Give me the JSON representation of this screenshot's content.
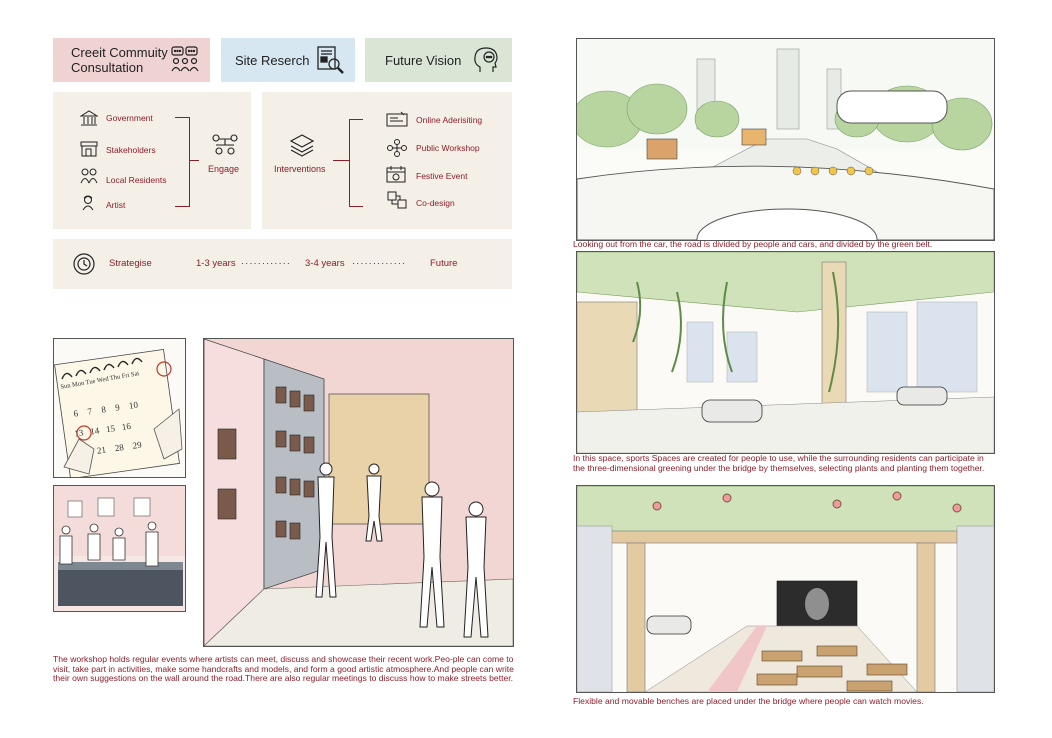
{
  "tabs": {
    "consultation": "Creeit Commuity\nConsultation",
    "research": "Site Reserch",
    "vision": "Future Vision"
  },
  "engage": {
    "items": [
      "Government",
      "Stakeholders",
      "Local Residents",
      "Artist"
    ],
    "label": "Engage"
  },
  "interventions": {
    "label": "Interventions",
    "items": [
      "Online Aderisiting",
      "Public Workshop",
      "Festive Event",
      "Co-design"
    ]
  },
  "strategise": {
    "label": "Strategise",
    "stage1": "1-3 years",
    "dots1": "············",
    "stage2": "3-4 years",
    "dots2": "·············",
    "stage3": "Future"
  },
  "captions": {
    "workshop": "The workshop holds regular events where artists can meet, discuss and showcase their recent work.Peo-ple can come to visit, take part in activities, make some handcrafts and models, and form a good artistic atmosphere.And people can write their own suggestions on the wall around the road.There are also regular meetings to discuss how to make streets better.",
    "car_view": "Looking out from the car, the road is divided by people and cars, and divided by the green belt.",
    "sports": "In this space, sports Spaces are created for people to use, while the surrounding residents can participate in the three-dimensional greening under the bridge by themselves, selecting plants and planting them together.",
    "benches": "Flexible and movable benches are placed under the bridge where people can watch movies."
  },
  "calendar": {
    "days": "Sun Mon Tue Wed Thu Fri Sat"
  },
  "colors": {
    "accent": "#8b1e2a",
    "panel": "#f4efe7",
    "pink_tab": "#efd3d2",
    "blue_tab": "#d7e7f2",
    "green_tab": "#d9e6d6"
  }
}
